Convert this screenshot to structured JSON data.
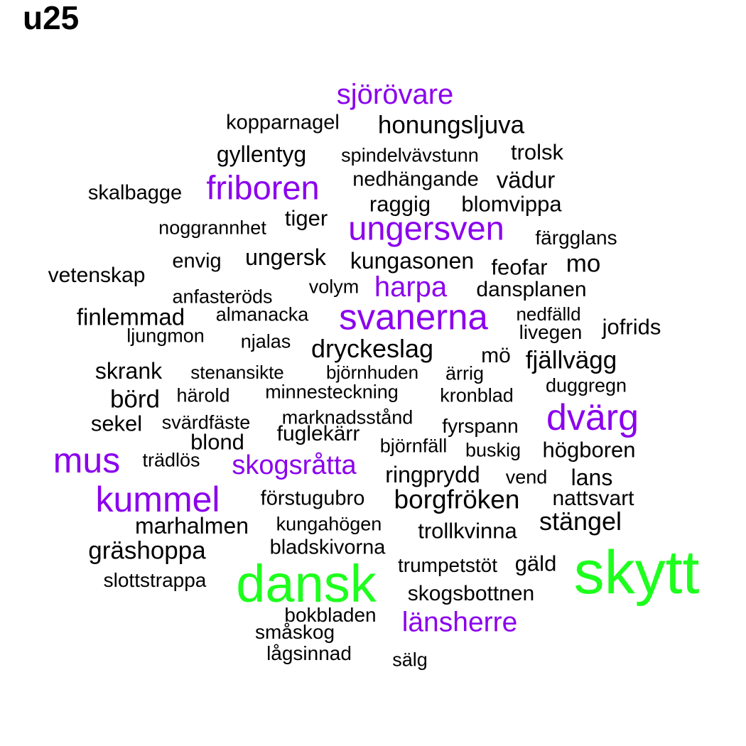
{
  "title": "u25",
  "colors": {
    "black": "#000000",
    "purple": "#8b00ee",
    "green": "#1dff1d"
  },
  "words": [
    {
      "text": "sjörövare",
      "color": "purple"
    },
    {
      "text": "kopparnagel",
      "color": "black"
    },
    {
      "text": "honungsljuva",
      "color": "black"
    },
    {
      "text": "gyllentyg",
      "color": "black"
    },
    {
      "text": "spindelvävstunn",
      "color": "black"
    },
    {
      "text": "trolsk",
      "color": "black"
    },
    {
      "text": "skalbagge",
      "color": "black"
    },
    {
      "text": "friboren",
      "color": "purple"
    },
    {
      "text": "nedhängande",
      "color": "black"
    },
    {
      "text": "vädur",
      "color": "black"
    },
    {
      "text": "raggig",
      "color": "black"
    },
    {
      "text": "blomvippa",
      "color": "black"
    },
    {
      "text": "noggrannhet",
      "color": "black"
    },
    {
      "text": "tiger",
      "color": "black"
    },
    {
      "text": "ungersven",
      "color": "purple"
    },
    {
      "text": "färgglans",
      "color": "black"
    },
    {
      "text": "vetenskap",
      "color": "black"
    },
    {
      "text": "envig",
      "color": "black"
    },
    {
      "text": "ungersk",
      "color": "black"
    },
    {
      "text": "kungasonen",
      "color": "black"
    },
    {
      "text": "feofar",
      "color": "black"
    },
    {
      "text": "mo",
      "color": "black"
    },
    {
      "text": "anfasteröds",
      "color": "black"
    },
    {
      "text": "volym",
      "color": "black"
    },
    {
      "text": "harpa",
      "color": "purple"
    },
    {
      "text": "dansplanen",
      "color": "black"
    },
    {
      "text": "finlemmad",
      "color": "black"
    },
    {
      "text": "almanacka",
      "color": "black"
    },
    {
      "text": "svanerna",
      "color": "purple"
    },
    {
      "text": "nedfälld",
      "color": "black"
    },
    {
      "text": "livegen",
      "color": "black"
    },
    {
      "text": "jofrids",
      "color": "black"
    },
    {
      "text": "ljungmon",
      "color": "black"
    },
    {
      "text": "njalas",
      "color": "black"
    },
    {
      "text": "dryckeslag",
      "color": "black"
    },
    {
      "text": "mö",
      "color": "black"
    },
    {
      "text": "fjällvägg",
      "color": "black"
    },
    {
      "text": "skrank",
      "color": "black"
    },
    {
      "text": "stenansikte",
      "color": "black"
    },
    {
      "text": "björnhuden",
      "color": "black"
    },
    {
      "text": "ärrig",
      "color": "black"
    },
    {
      "text": "duggregn",
      "color": "black"
    },
    {
      "text": "börd",
      "color": "black"
    },
    {
      "text": "härold",
      "color": "black"
    },
    {
      "text": "minnesteckning",
      "color": "black"
    },
    {
      "text": "kronblad",
      "color": "black"
    },
    {
      "text": "dvärg",
      "color": "purple"
    },
    {
      "text": "sekel",
      "color": "black"
    },
    {
      "text": "svärdfäste",
      "color": "black"
    },
    {
      "text": "marknadsstånd",
      "color": "black"
    },
    {
      "text": "fyrspann",
      "color": "black"
    },
    {
      "text": "blond",
      "color": "black"
    },
    {
      "text": "fuglekärr",
      "color": "black"
    },
    {
      "text": "björnfäll",
      "color": "black"
    },
    {
      "text": "buskig",
      "color": "black"
    },
    {
      "text": "högboren",
      "color": "black"
    },
    {
      "text": "mus",
      "color": "purple"
    },
    {
      "text": "trädlös",
      "color": "black"
    },
    {
      "text": "skogsråtta",
      "color": "purple"
    },
    {
      "text": "ringprydd",
      "color": "black"
    },
    {
      "text": "vend",
      "color": "black"
    },
    {
      "text": "lans",
      "color": "black"
    },
    {
      "text": "kummel",
      "color": "purple"
    },
    {
      "text": "förstugubro",
      "color": "black"
    },
    {
      "text": "borgfröken",
      "color": "black"
    },
    {
      "text": "nattsvart",
      "color": "black"
    },
    {
      "text": "marhalmen",
      "color": "black"
    },
    {
      "text": "kungahögen",
      "color": "black"
    },
    {
      "text": "trollkvinna",
      "color": "black"
    },
    {
      "text": "stängel",
      "color": "black"
    },
    {
      "text": "gräshoppa",
      "color": "black"
    },
    {
      "text": "bladskivorna",
      "color": "black"
    },
    {
      "text": "trumpetstöt",
      "color": "black"
    },
    {
      "text": "gäld",
      "color": "black"
    },
    {
      "text": "skytt",
      "color": "green"
    },
    {
      "text": "slottstrappa",
      "color": "black"
    },
    {
      "text": "dansk",
      "color": "green"
    },
    {
      "text": "skogsbottnen",
      "color": "black"
    },
    {
      "text": "bokbladen",
      "color": "black"
    },
    {
      "text": "länsherre",
      "color": "purple"
    },
    {
      "text": "småskog",
      "color": "black"
    },
    {
      "text": "lågsinnad",
      "color": "black"
    },
    {
      "text": "sälg",
      "color": "black"
    }
  ]
}
